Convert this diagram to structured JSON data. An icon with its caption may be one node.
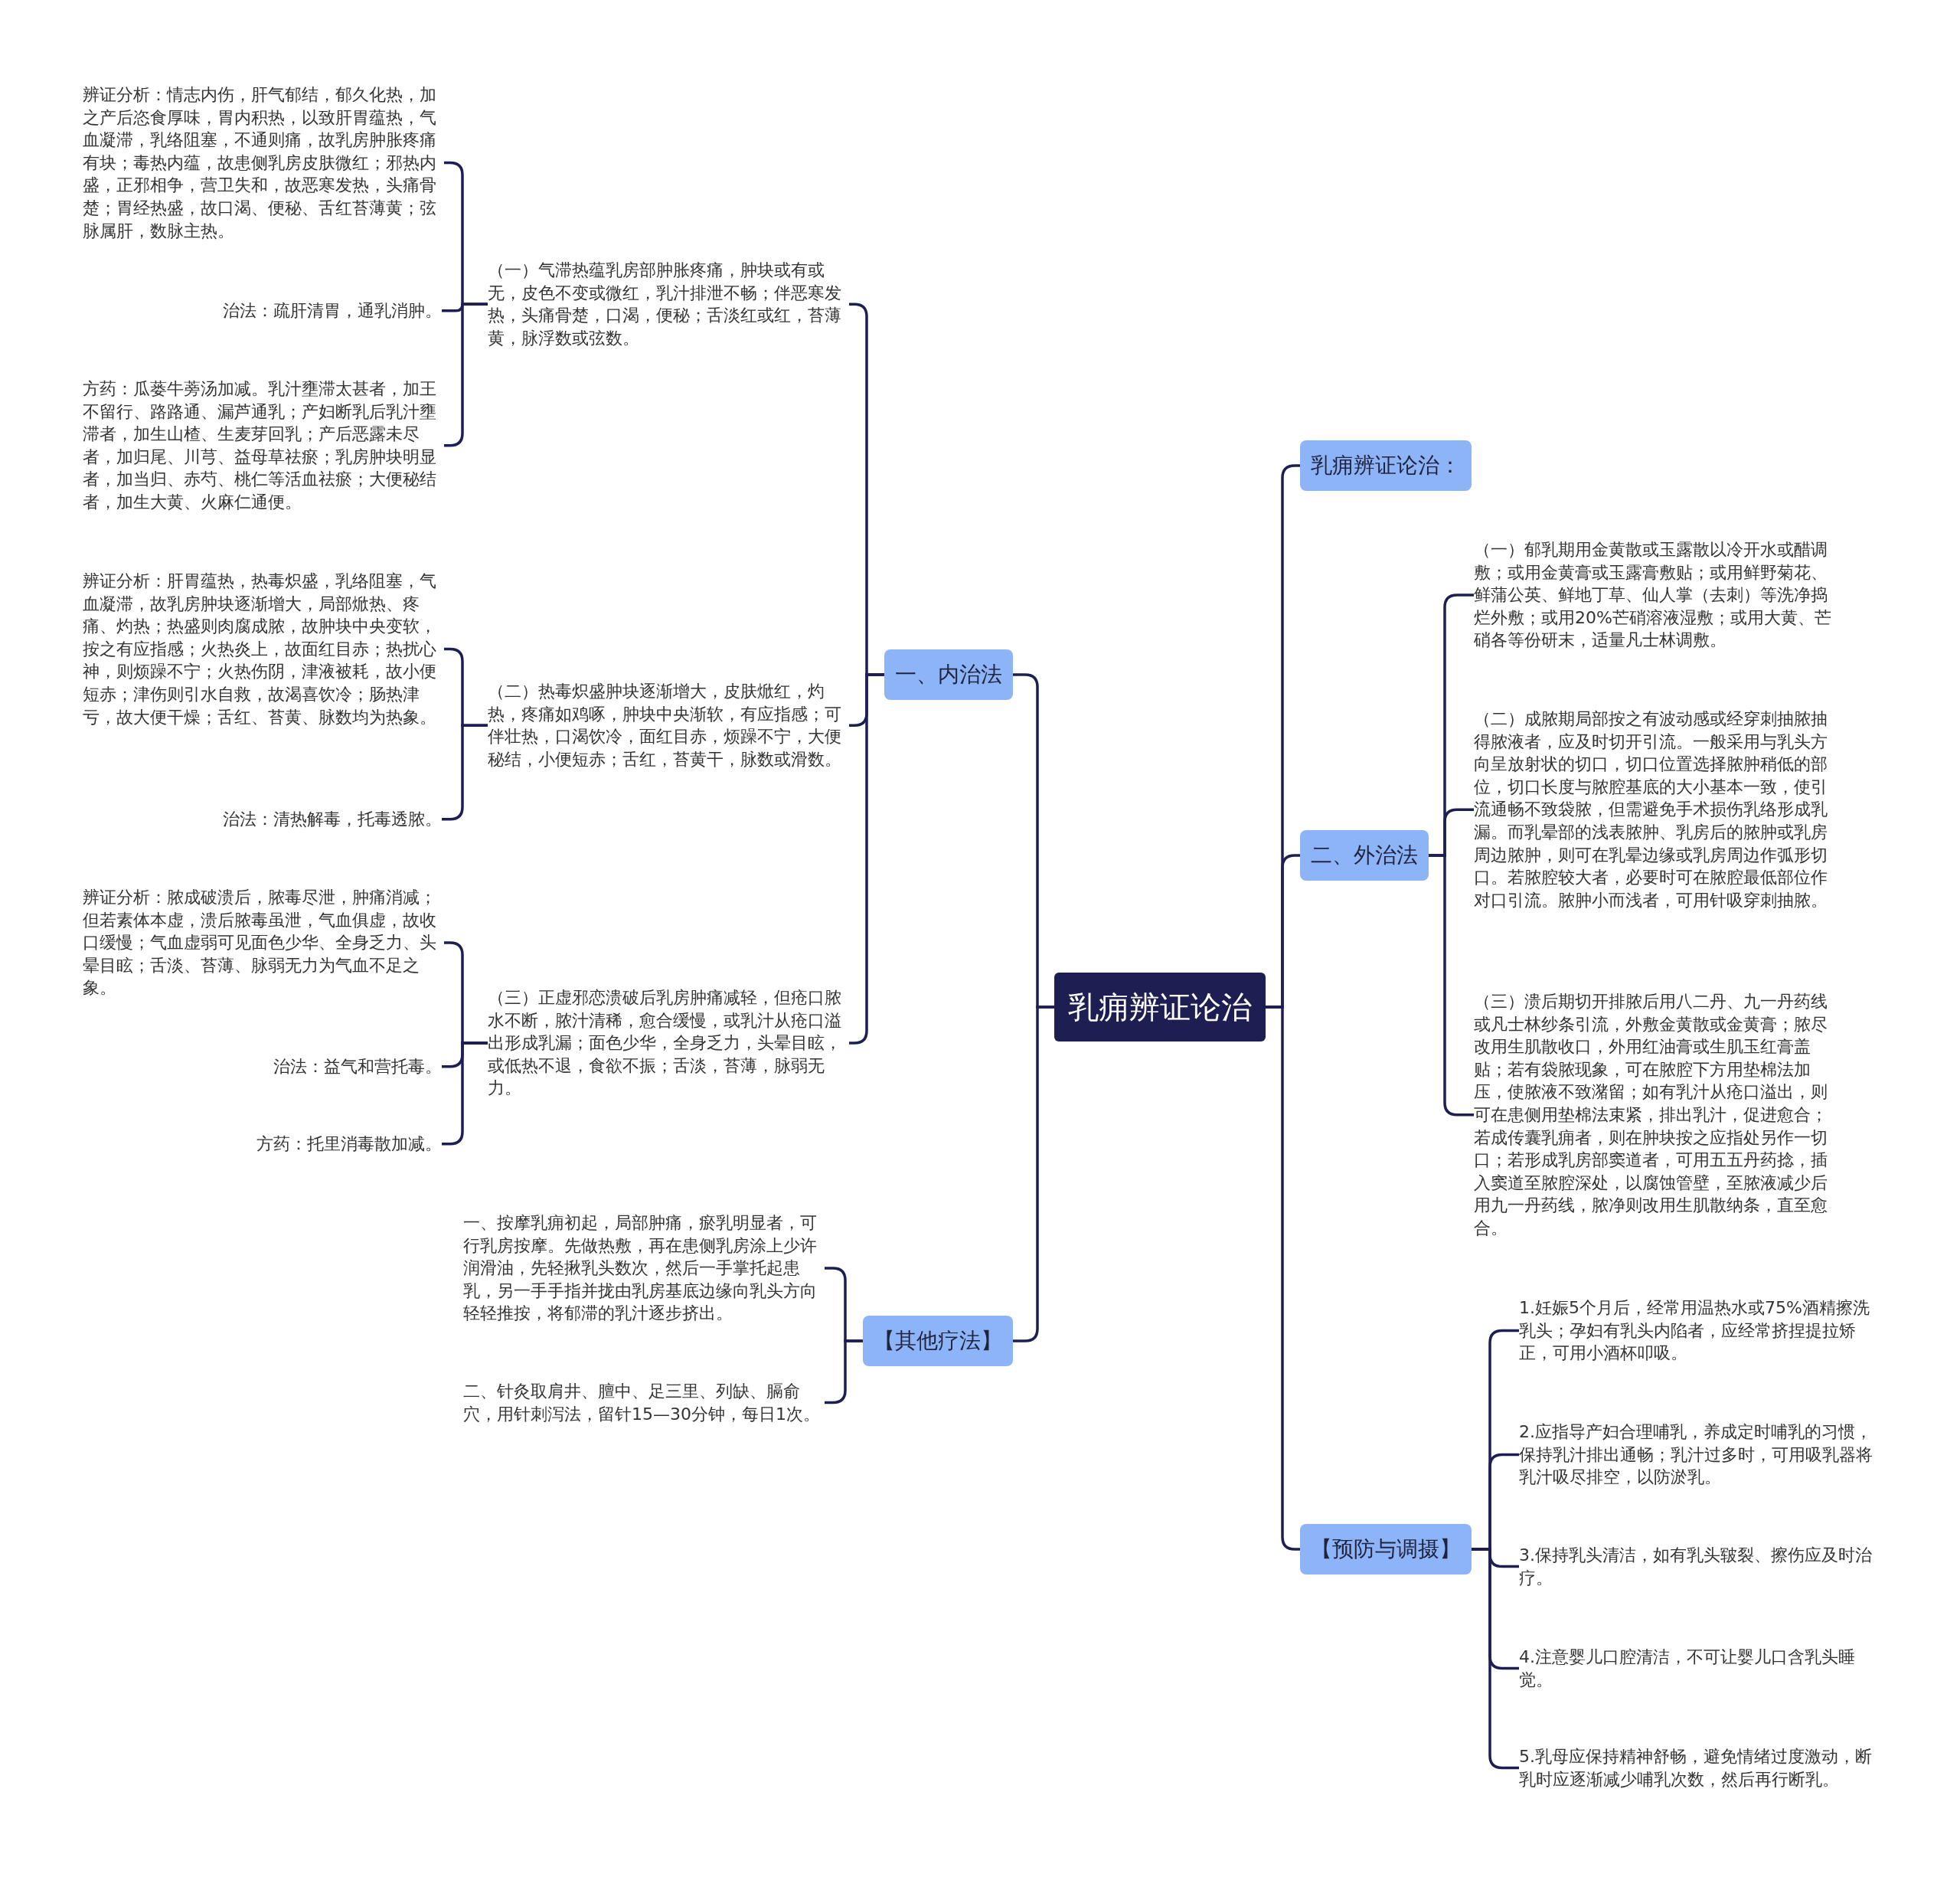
{
  "diagram": {
    "nodes": [
      {
        "text": [
          "乳痈辨证论治"
        ]
      },
      {
        "text": [
          "乳痈辨证论治："
        ]
      },
      {
        "text": [
          "一、内治法"
        ]
      },
      {
        "text": [
          "（一）气滞热蕴乳房部肿胀疼痛，肿块或有或无，皮色不变或微红，乳汁排泄不畅；伴恶寒发热，头痛骨楚，口渴，便秘；舌淡红或红，苔薄黄，脉浮数或弦数。"
        ]
      },
      {
        "text": [
          "辨证分析：情志内伤，肝气郁结，郁久化热，加之产后恣食厚味，胃内积热，以致肝胃蕴热，气血凝滞，乳络阻塞，不通则痛，故乳房肿胀疼痛有块；毒热内蕴，故患侧乳房皮肤微红；邪热内盛，正邪相争，营卫失和，故恶寒发热，头痛骨楚；胃经热盛，故口渴、便秘、舌红苔薄黄；弦脉属肝，数脉主热。"
        ]
      },
      {
        "text": [
          "治法：疏肝清胃，通乳消肿。"
        ]
      },
      {
        "text": [
          "方药：瓜蒌牛蒡汤加减。乳汁壅滞太甚者，加王不留行、路路通、漏芦通乳；产妇断乳后乳汁壅滞者，加生山楂、生麦芽回乳；产后恶露未尽者，加归尾、川芎、益母草祛瘀；乳房肿块明显者，加当归、赤芍、桃仁等活血祛瘀；大便秘结者，加生大黄、火麻仁通便。"
        ]
      },
      {
        "text": [
          "（二）热毒炽盛肿块逐渐增大，皮肤焮红，灼热，疼痛如鸡啄，肿块中央渐软，有应指感；可伴壮热，口渴饮冷，面红目赤，烦躁不宁，大便秘结，小便短赤；舌红，苔黄干，脉数或滑数。"
        ]
      },
      {
        "text": [
          "辨证分析：肝胃蕴热，热毒炽盛，乳络阻塞，气血凝滞，故乳房肿块逐渐增大，局部焮热、疼痛、灼热；热盛则肉腐成脓，故肿块中央变软，按之有应指感；火热炎上，故面红目赤；热扰心神，则烦躁不宁；火热伤阴，津液被耗，故小便短赤；津伤则引水自救，故渴喜饮冷；肠热津亏，故大便干燥；舌红、苔黄、脉数均为热象。"
        ]
      },
      {
        "text": [
          "治法：清热解毒，托毒透脓。"
        ]
      },
      {
        "text": [
          "（三）正虚邪恋溃破后乳房肿痛减轻，但疮口脓水不断，脓汁清稀，愈合缓慢，或乳汁从疮口溢出形成乳漏；面色少华，全身乏力，头晕目眩，或低热不退，食欲不振；舌淡，苔薄，脉弱无力。"
        ]
      },
      {
        "text": [
          "辨证分析：脓成破溃后，脓毒尽泄，肿痛消减；但若素体本虚，溃后脓毒虽泄，气血俱虚，故收口缓慢；气血虚弱可见面色少华、全身乏力、头晕目眩；舌淡、苔薄、脉弱无力为气血不足之象。"
        ]
      },
      {
        "text": [
          "治法：益气和营托毒。"
        ]
      },
      {
        "text": [
          "方药：托里消毒散加减。"
        ]
      },
      {
        "text": [
          "【其他疗法】"
        ]
      },
      {
        "text": [
          "一、按摩乳痈初起，局部肿痛，瘀乳明显者，可行乳房按摩。先做热敷，再在患侧乳房涂上少许润滑油，先轻揪乳头数次，然后一手掌托起患乳，另一手手指并拢由乳房基底边缘向乳头方向轻轻推按，将郁滞的乳汁逐步挤出。"
        ]
      },
      {
        "text": [
          "二、针灸取肩井、膻中、足三里、列缺、膈俞穴，用针刺泻法，留针15—30分钟，每日1次。"
        ]
      },
      {
        "text": [
          "二、外治法"
        ]
      },
      {
        "text": [
          "（一）郁乳期用金黄散或玉露散以冷开水或醋调敷；或用金黄膏或玉露膏敷贴；或用鲜野菊花、鲜蒲公英、鲜地丁草、仙人掌（去刺）等洗净捣烂外敷；或用20%芒硝溶液湿敷；或用大黄、芒硝各等份研末，适量凡士林调敷。"
        ]
      },
      {
        "text": [
          "（二）成脓期局部按之有波动感或经穿刺抽脓抽得脓液者，应及时切开引流。一般采用与乳头方向呈放射状的切口，切口位置选择脓肿稍低的部位，切口长度与脓腔基底的大小基本一致，使引流通畅不致袋脓，但需避免手术损伤乳络形成乳漏。而乳晕部的浅表脓肿、乳房后的脓肿或乳房周边脓肿，则可在乳晕边缘或乳房周边作弧形切口。若脓腔较大者，必要时可在脓腔最低部位作对口引流。脓肿小而浅者，可用针吸穿刺抽脓。"
        ]
      },
      {
        "text": [
          "（三）溃后期切开排脓后用八二丹、九一丹药线或凡士林纱条引流，外敷金黄散或金黄膏；脓尽改用生肌散收口，外用红油膏或生肌玉红膏盖贴；若有袋脓现象，可在脓腔下方用垫棉法加压，使脓液不致潴留；如有乳汁从疮口溢出，则可在患侧用垫棉法束紧，排出乳汁，促进愈合；若成传囊乳痈者，则在肿块按之应指处另作一切口；若形成乳房部窦道者，可用五五丹药捻，插入窦道至脓腔深处，以腐蚀管壁，至脓液减少后用九一丹药线，脓净则改用生肌散纳条，直至愈合。"
        ]
      },
      {
        "text": [
          "【预防与调摄】"
        ]
      },
      {
        "text": [
          "1.妊娠5个月后，经常用温热水或75%酒精擦洗乳头；孕妇有乳头内陷者，应经常挤捏提拉矫正，可用小酒杯叩吸。"
        ]
      },
      {
        "text": [
          "2.应指导产妇合理哺乳，养成定时哺乳的习惯，保持乳汁排出通畅；乳汁过多时，可用吸乳器将乳汁吸尽排空，以防淤乳。"
        ]
      },
      {
        "text": [
          "3.保持乳头清洁，如有乳头皲裂、擦伤应及时治疗。"
        ]
      },
      {
        "text": [
          "4.注意婴儿口腔清洁，不可让婴儿口含乳头睡觉。"
        ]
      },
      {
        "text": [
          "5.乳母应保持精神舒畅，避免情绪过度激动，断乳时应逐渐减少哺乳次数，然后再行断乳。"
        ]
      }
    ],
    "edges": [
      {
        "from": 0,
        "to": 1,
        "arrow": "none"
      },
      {
        "from": 0,
        "to": 2,
        "arrow": "none"
      },
      {
        "from": 0,
        "to": 14,
        "arrow": "none"
      },
      {
        "from": 0,
        "to": 17,
        "arrow": "none"
      },
      {
        "from": 0,
        "to": 21,
        "arrow": "none"
      },
      {
        "from": 2,
        "to": 3,
        "arrow": "none"
      },
      {
        "from": 2,
        "to": 7,
        "arrow": "none"
      },
      {
        "from": 2,
        "to": 10,
        "arrow": "none"
      },
      {
        "from": 3,
        "to": 4,
        "arrow": "none"
      },
      {
        "from": 3,
        "to": 5,
        "arrow": "none"
      },
      {
        "from": 3,
        "to": 6,
        "arrow": "none"
      },
      {
        "from": 7,
        "to": 8,
        "arrow": "none"
      },
      {
        "from": 7,
        "to": 9,
        "arrow": "none"
      },
      {
        "from": 10,
        "to": 11,
        "arrow": "none"
      },
      {
        "from": 10,
        "to": 12,
        "arrow": "none"
      },
      {
        "from": 10,
        "to": 13,
        "arrow": "none"
      },
      {
        "from": 14,
        "to": 15,
        "arrow": "none"
      },
      {
        "from": 14,
        "to": 16,
        "arrow": "none"
      },
      {
        "from": 17,
        "to": 18,
        "arrow": "none"
      },
      {
        "from": 17,
        "to": 19,
        "arrow": "none"
      },
      {
        "from": 17,
        "to": 20,
        "arrow": "none"
      },
      {
        "from": 21,
        "to": 22,
        "arrow": "none"
      },
      {
        "from": 21,
        "to": 23,
        "arrow": "none"
      },
      {
        "from": 21,
        "to": 24,
        "arrow": "none"
      },
      {
        "from": 21,
        "to": 25,
        "arrow": "none"
      },
      {
        "from": 21,
        "to": 26,
        "arrow": "none"
      }
    ]
  }
}
